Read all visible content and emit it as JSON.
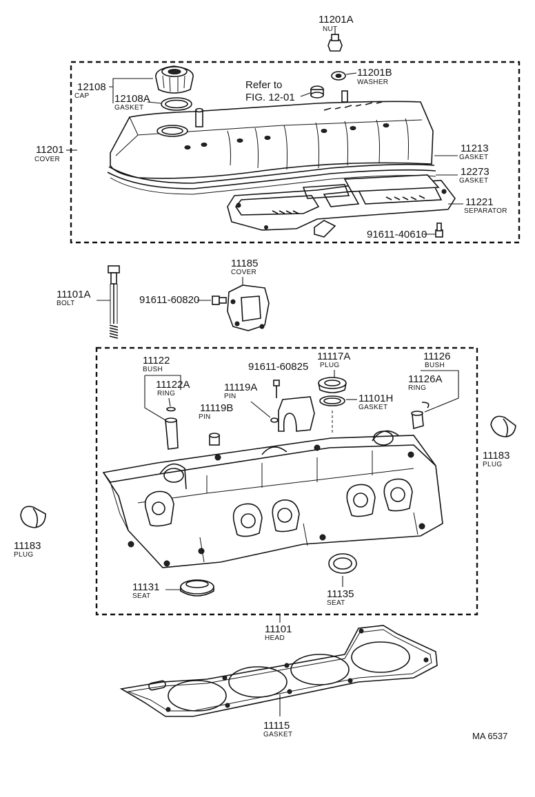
{
  "diagram": {
    "code": "MA 6537",
    "refer": {
      "line1": "Refer to",
      "line2": "FIG. 12-01"
    },
    "parts": {
      "p11201A": {
        "num": "11201A",
        "name": "NUT"
      },
      "p11201B": {
        "num": "11201B",
        "name": "WASHER"
      },
      "p12108": {
        "num": "12108",
        "name": "CAP"
      },
      "p12108A": {
        "num": "12108A",
        "name": "GASKET"
      },
      "p11201": {
        "num": "11201",
        "name": "COVER"
      },
      "p11213": {
        "num": "11213",
        "name": "GASKET"
      },
      "p12273": {
        "num": "12273",
        "name": "GASKET"
      },
      "p11221": {
        "num": "11221",
        "name": "SEPARATOR"
      },
      "p91611_40610": {
        "num": "91611-40610"
      },
      "p11185": {
        "num": "11185",
        "name": "COVER"
      },
      "p11101A": {
        "num": "11101A",
        "name": "BOLT"
      },
      "p91611_60820": {
        "num": "91611-60820"
      },
      "p11122": {
        "num": "11122",
        "name": "BUSH"
      },
      "p11122A": {
        "num": "11122A",
        "name": "RING"
      },
      "p91611_60825": {
        "num": "91611-60825"
      },
      "p11119A": {
        "num": "11119A",
        "name": "PIN"
      },
      "p11119B": {
        "num": "11119B",
        "name": "PIN"
      },
      "p11117A": {
        "num": "11117A",
        "name": "PLUG"
      },
      "p11101H": {
        "num": "11101H",
        "name": "GASKET"
      },
      "p11126": {
        "num": "11126",
        "name": "BUSH"
      },
      "p11126A": {
        "num": "11126A",
        "name": "RING"
      },
      "p11183R": {
        "num": "11183",
        "name": "PLUG"
      },
      "p11183L": {
        "num": "11183",
        "name": "PLUG"
      },
      "p11131": {
        "num": "11131",
        "name": "SEAT"
      },
      "p11135": {
        "num": "11135",
        "name": "SEAT"
      },
      "p11101": {
        "num": "11101",
        "name": "HEAD"
      },
      "p11115": {
        "num": "11115",
        "name": "GASKET"
      }
    }
  }
}
